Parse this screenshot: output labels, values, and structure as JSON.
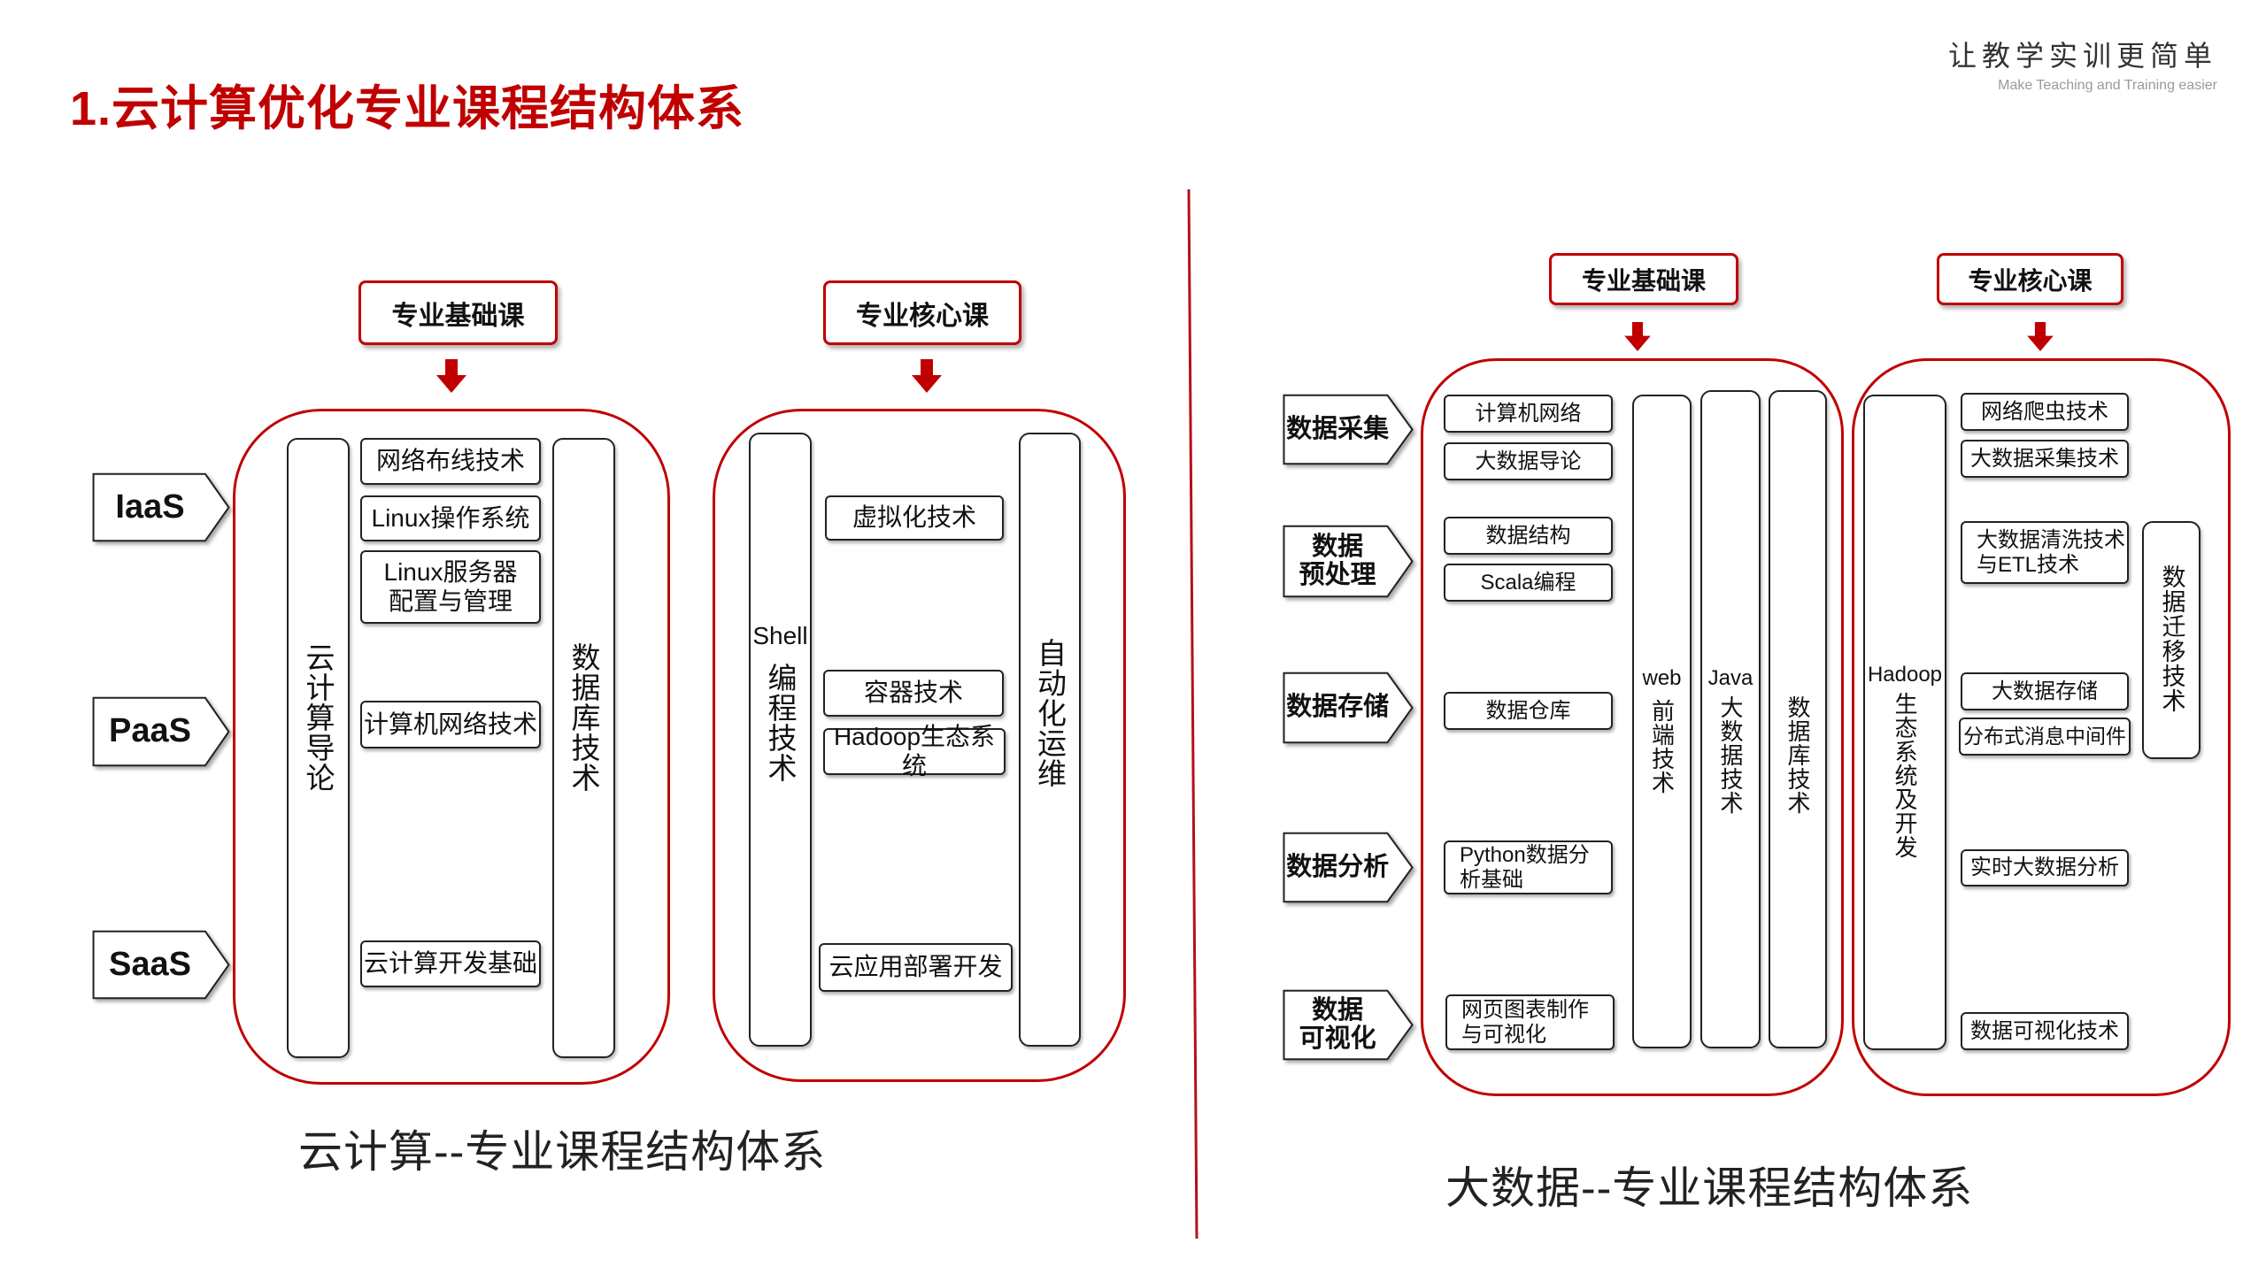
{
  "slide": {
    "title": "1.云计算优化专业课程结构体系",
    "brand_slogan": "让教学实训更简单",
    "brand_tagline": "Make Teaching and Training easier"
  },
  "colors": {
    "accent": "#c00000",
    "divider": "#b3101e"
  },
  "cloud_diagram": {
    "caption": "云计算--专业课程结构体系",
    "foundation_header": "专业基础课",
    "core_header": "专业核心课",
    "layers": [
      "IaaS",
      "PaaS",
      "SaaS"
    ],
    "foundation": {
      "bar_left": "云计算导论",
      "bar_right": "数据库技术",
      "courses": [
        "网络布线技术",
        "Linux操作系统",
        "Linux服务器\n配置与管理",
        "计算机网络技术",
        "云计算开发基础"
      ]
    },
    "core": {
      "bar_left": {
        "latin": "Shell",
        "cjk": "编程技术"
      },
      "bar_right": "自动化运维",
      "courses": [
        "虚拟化技术",
        "容器技术",
        "Hadoop生态系统",
        "云应用部署开发"
      ]
    }
  },
  "bigdata_diagram": {
    "caption": "大数据--专业课程结构体系",
    "foundation_header": "专业基础课",
    "core_header": "专业核心课",
    "stages": [
      "数据采集",
      "数据\n预处理",
      "数据存储",
      "数据分析",
      "数据\n可视化"
    ],
    "foundation": {
      "courses": [
        "计算机网络",
        "大数据导论",
        "数据结构",
        "Scala编程",
        "数据仓库",
        "Python数据分\n析基础",
        "网页图表制作\n与可视化"
      ],
      "bars": [
        {
          "latin": "web",
          "cjk": "前端技术"
        },
        {
          "latin": "Java",
          "cjk": "大数据技术"
        },
        {
          "cjk": "数据库技术"
        }
      ]
    },
    "core": {
      "bar_left": {
        "latin": "Hadoop",
        "cjk": "生态系统及开发"
      },
      "bar_right": "数据迁移技术",
      "courses": [
        "网络爬虫技术",
        "大数据采集技术",
        "大数据清洗技术\n与ETL技术",
        "大数据存储",
        "分布式消息中间件",
        "实时大数据分析",
        "数据可视化技术"
      ]
    }
  }
}
